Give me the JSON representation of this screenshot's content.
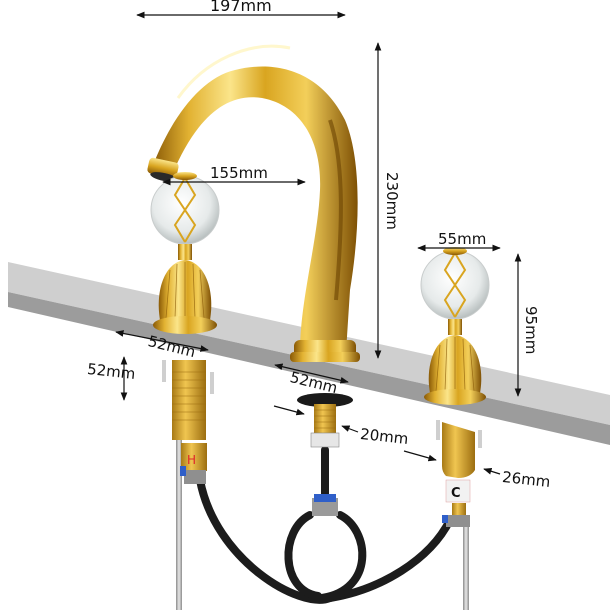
{
  "figure": {
    "subject": "Three-hole widespread basin faucet, gold finish, crystal ball handles",
    "colors": {
      "gold_light": "#f6dc7a",
      "gold_mid": "#d9a520",
      "gold_dark": "#8a5a06",
      "countertop_top": "#cfcfcf",
      "countertop_edge": "#9c9c9c",
      "hose_black": "#1c1c1c",
      "braided_hose": "#b8b8b8",
      "hot_marker": "#e0262b",
      "valve_blue": "#2f5fc9",
      "dimension_line": "#111111"
    }
  },
  "dimensions": {
    "overall_width": "197mm",
    "spout_reach": "155mm",
    "spout_height": "230mm",
    "handle_diameter": "55mm",
    "handle_height": "95mm",
    "handle_base_diameter": "52mm",
    "handle_shank_length": "52mm",
    "spout_base_diameter": "52mm",
    "spout_shank_diameter": "20mm",
    "valve_body_diameter": "26mm"
  },
  "markers": {
    "hot": "H",
    "cold": "C"
  }
}
